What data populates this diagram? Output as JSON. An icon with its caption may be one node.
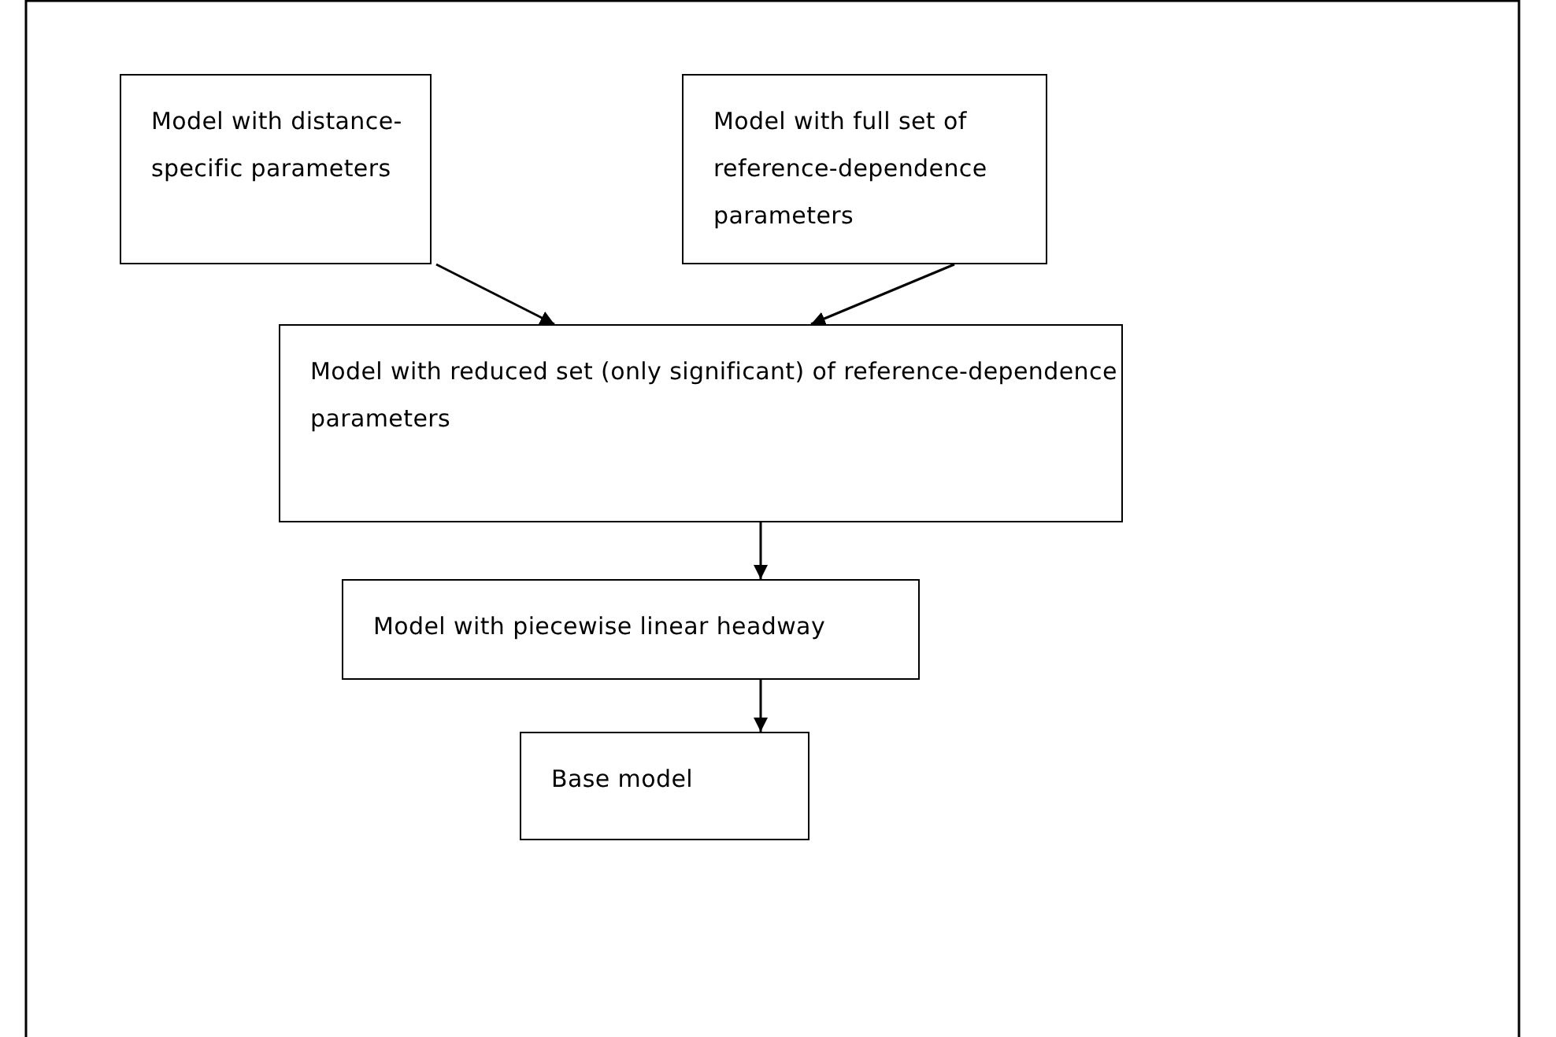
{
  "diagram": {
    "nodes": [
      {
        "text": [
          "Model with distance-specific parameters"
        ]
      },
      {
        "text": [
          "Model with full set of reference-dependence parameters"
        ]
      },
      {
        "text": [
          "Model with reduced set (only significant) of reference-dependence parameters"
        ]
      },
      {
        "text": [
          "Model with piecewise linear headway"
        ]
      },
      {
        "text": [
          "Base model"
        ]
      }
    ],
    "edges": [
      {
        "from": 0,
        "to": 2,
        "arrow": "to"
      },
      {
        "from": 1,
        "to": 2,
        "arrow": "to"
      },
      {
        "from": 2,
        "to": 3,
        "arrow": "to"
      },
      {
        "from": 3,
        "to": 4,
        "arrow": "to"
      }
    ]
  }
}
